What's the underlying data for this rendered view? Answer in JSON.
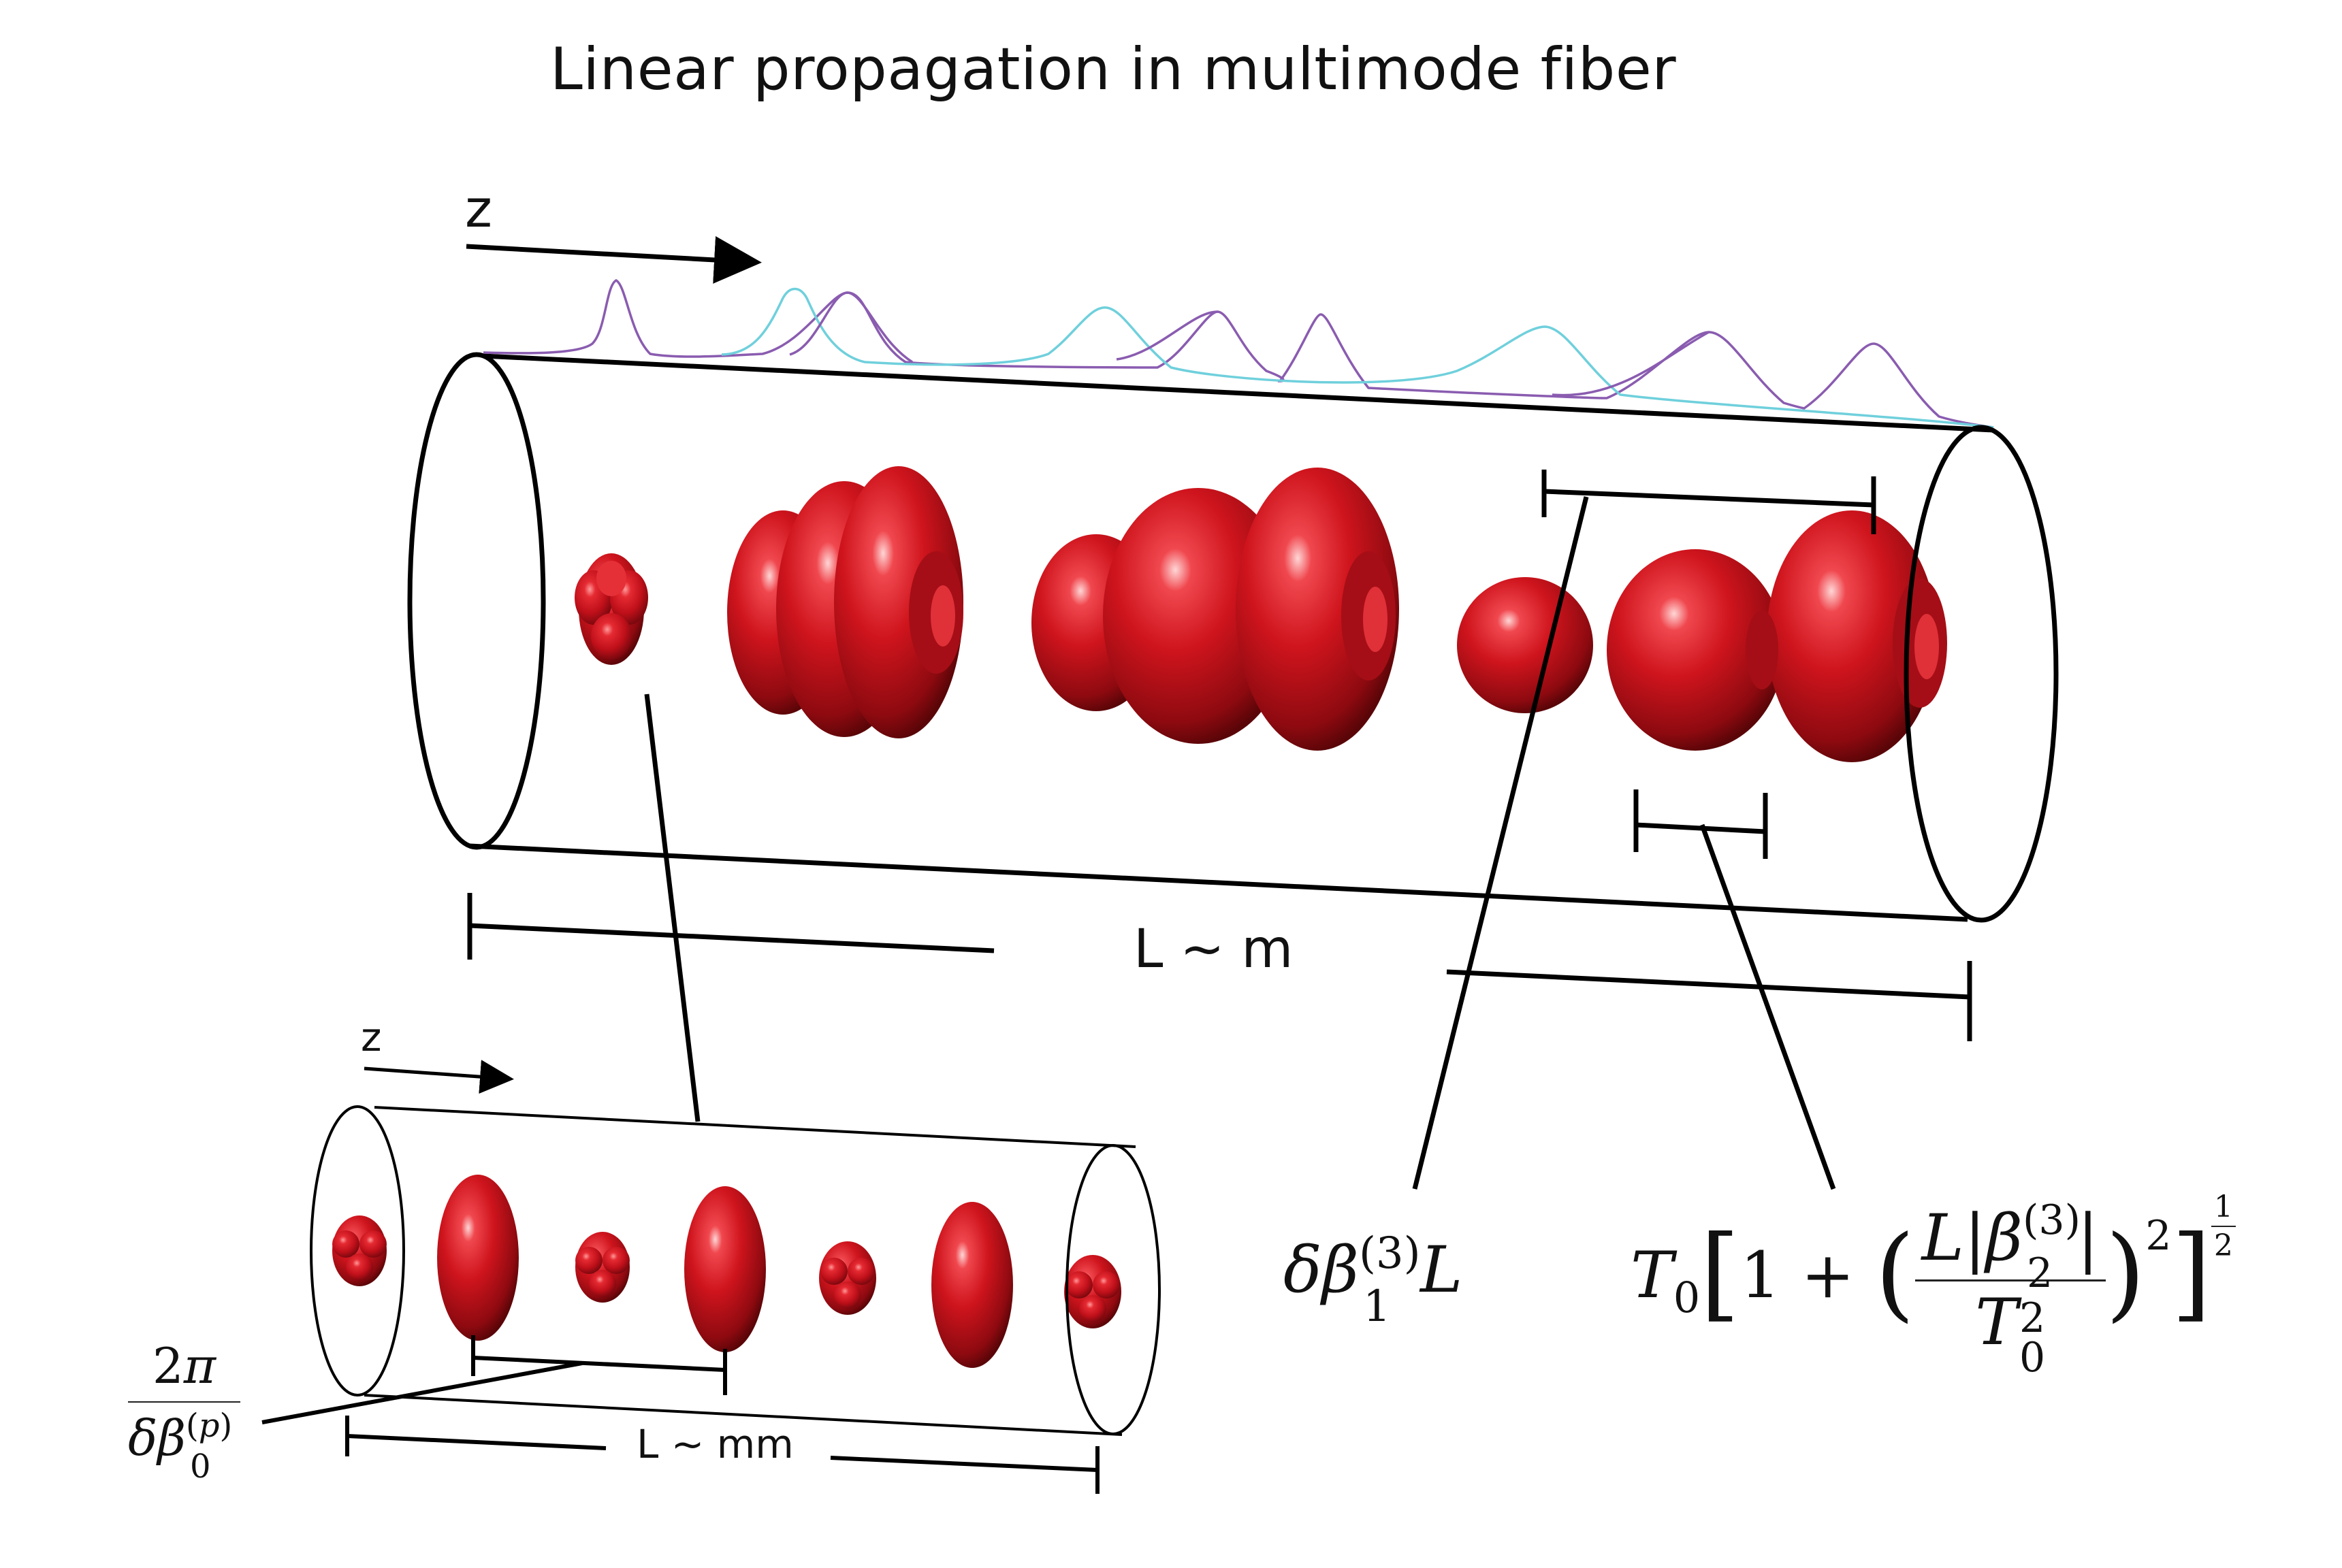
{
  "title": "Linear propagation in multimode fiber",
  "main_fiber": {
    "axis_label": "z",
    "length_label": "L ~ m"
  },
  "inset_fiber": {
    "axis_label": "z",
    "length_label": "L ~ mm"
  },
  "annotations": {
    "walkoff_formula": "δβ₁⁽³⁾L",
    "broadening_formula": "T₀[1 + (L|β₂⁽³⁾| / T₀²)²]^½",
    "beat_length_formula": "2π / δβ₀⁽ᵖ⁾"
  },
  "colors": {
    "pulse_red": "#c8141c",
    "trace_purple": "#8a5cb0",
    "trace_cyan": "#6fd0dc",
    "line": "#000000"
  }
}
